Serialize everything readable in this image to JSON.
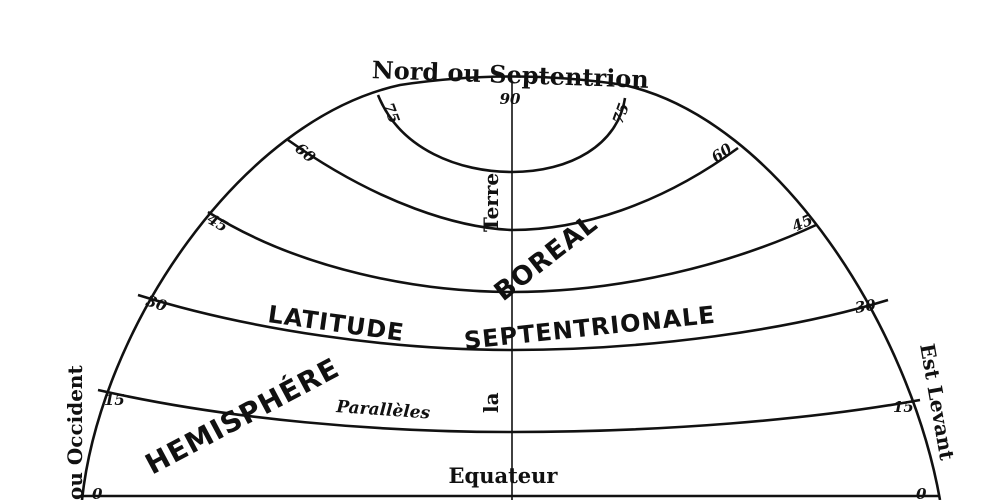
{
  "labels": {
    "north": "Nord ou Septentrion",
    "east": "Est Levant",
    "west": "ou Occident",
    "equator": "Equateur",
    "parallels": "Parallèles",
    "terre": "Terre",
    "la": "la",
    "boreal": "BOREAL",
    "latitude": "LATITUDE",
    "septentrionale": "SEPTENTRIONALE",
    "hemisphere": "HEMISPHÉRE"
  },
  "degrees": {
    "pole": "90",
    "d75": "75",
    "d60": "60",
    "d45": "45",
    "d30": "30",
    "d15": "15",
    "d0": "0"
  },
  "colors": {
    "ink": "#111111",
    "paper": "#ffffff"
  }
}
